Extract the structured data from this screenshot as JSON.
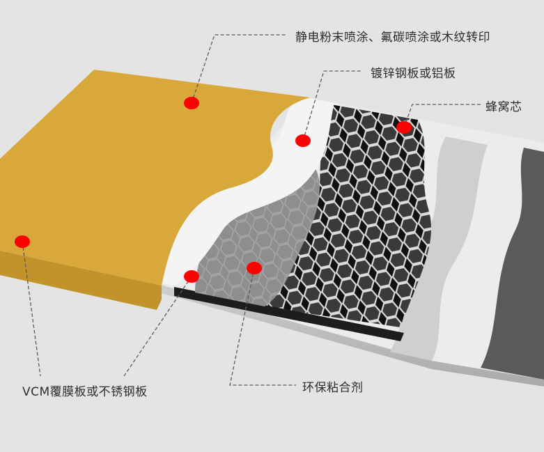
{
  "colors": {
    "background": "#e4e4e4",
    "coating": "#d8a83a",
    "sheet": "#ededed",
    "adhesive": "#8e8e8e",
    "core": "#1a1a1a",
    "marker": "#ff0000",
    "leader": "#5a5a5a"
  },
  "labels": {
    "coating": "静电粉末喷涂、氟碳喷涂或木纹转印",
    "steel_plate": "镀锌钢板或铝板",
    "core": "蜂窝芯",
    "vcm": "VCM覆膜板或不锈钢板",
    "adhesive": "环保粘合剂"
  }
}
